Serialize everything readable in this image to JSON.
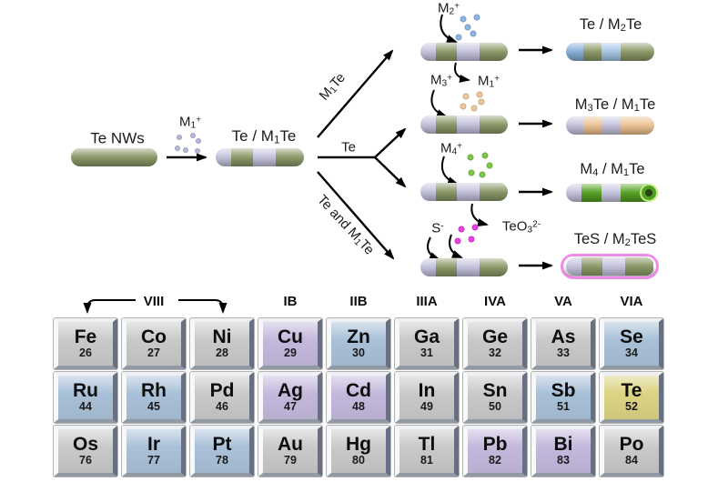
{
  "figure": {
    "labels": {
      "te_nws": [
        [
          "t",
          "Te NWs"
        ]
      ],
      "m1_plus": [
        [
          "t",
          "M"
        ],
        [
          "sub",
          "1"
        ],
        [
          "sup",
          "+"
        ]
      ],
      "te_m1te": [
        [
          "t",
          "Te / M"
        ],
        [
          "sub",
          "1"
        ],
        [
          "t",
          "Te"
        ]
      ],
      "branch_m1te": [
        [
          "t",
          "M"
        ],
        [
          "sub",
          "1"
        ],
        [
          "t",
          "Te"
        ]
      ],
      "branch_te": [
        [
          "t",
          "Te"
        ]
      ],
      "branch_te_m1te": [
        [
          "t",
          "Te and M"
        ],
        [
          "sub",
          "1"
        ],
        [
          "t",
          "Te"
        ]
      ],
      "m2_plus": [
        [
          "t",
          "M"
        ],
        [
          "sub",
          "2"
        ],
        [
          "sup",
          "+"
        ]
      ],
      "res_te_m2te": [
        [
          "t",
          "Te / M"
        ],
        [
          "sub",
          "2"
        ],
        [
          "t",
          "Te"
        ]
      ],
      "m3_plus": [
        [
          "t",
          "M"
        ],
        [
          "sub",
          "3"
        ],
        [
          "sup",
          "+"
        ]
      ],
      "m1_release": [
        [
          "t",
          "M"
        ],
        [
          "sub",
          "1"
        ],
        [
          "sup",
          "+"
        ]
      ],
      "res_m3te_m1te": [
        [
          "t",
          "M"
        ],
        [
          "sub",
          "3"
        ],
        [
          "t",
          "Te / M"
        ],
        [
          "sub",
          "1"
        ],
        [
          "t",
          "Te"
        ]
      ],
      "m4_plus": [
        [
          "t",
          "M"
        ],
        [
          "sub",
          "4"
        ],
        [
          "sup",
          "+"
        ]
      ],
      "res_m4_m1te": [
        [
          "t",
          "M"
        ],
        [
          "sub",
          "4"
        ],
        [
          "t",
          " / M"
        ],
        [
          "sub",
          "1"
        ],
        [
          "t",
          "Te"
        ]
      ],
      "s_minus": [
        [
          "t",
          "S"
        ],
        [
          "sup",
          "-"
        ]
      ],
      "teo3": [
        [
          "t",
          "TeO"
        ],
        [
          "sub",
          "3"
        ],
        [
          "sup",
          "2-"
        ]
      ],
      "res_tes_m2tes": [
        [
          "t",
          "TeS / M"
        ],
        [
          "sub",
          "2"
        ],
        [
          "t",
          "TeS"
        ]
      ]
    },
    "colors": {
      "olive": "#8b9a68",
      "lavender": "#c6c4de",
      "blue_seg": "#87aed8",
      "blue_seg_light": "#a6c6e8",
      "orange_seg": "#eec394",
      "green_seg": "#55a125",
      "dot_m1": "#b7b7dc",
      "dot_m2": "#8cb4e4",
      "dot_m3": "#edc79c",
      "dot_m4": "#7cc747",
      "dot_s": "#e93fe0",
      "tes_outline": "#ef8ae9"
    },
    "rods": {
      "te_rod": {
        "segments": [
          {
            "c": "olive",
            "w": 100
          }
        ]
      },
      "te_m1te_rod": {
        "segments": [
          {
            "c": "lavender",
            "w": 18
          },
          {
            "c": "olive",
            "w": 24
          },
          {
            "c": "lavender",
            "w": 26
          },
          {
            "c": "olive",
            "w": 32
          }
        ]
      },
      "te_m2te_rod": {
        "segments": [
          {
            "c": "blue_seg",
            "w": 20
          },
          {
            "c": "olive",
            "w": 20
          },
          {
            "c": "blue_seg_light",
            "w": 22
          },
          {
            "c": "olive",
            "w": 38
          }
        ]
      },
      "m3te_m1te_rod": {
        "segments": [
          {
            "c": "lavender",
            "w": 20
          },
          {
            "c": "orange_seg",
            "w": 20
          },
          {
            "c": "lavender",
            "w": 22
          },
          {
            "c": "orange_seg",
            "w": 38
          }
        ]
      },
      "m4_m1te_rod": {
        "segments": [
          {
            "c": "lavender",
            "w": 18
          },
          {
            "c": "green_seg",
            "w": 22
          },
          {
            "c": "lavender",
            "w": 22
          },
          {
            "c": "green_seg",
            "w": 38
          }
        ]
      }
    },
    "dots": [
      {
        "name": "m1-ion",
        "color": "dot_m1",
        "size": 6,
        "points": [
          [
            197,
            151
          ],
          [
            212,
            149
          ],
          [
            218,
            155
          ],
          [
            195,
            163
          ],
          [
            204,
            165
          ],
          [
            217,
            166
          ]
        ]
      },
      {
        "name": "m2-ion",
        "color": "dot_m2",
        "size": 7,
        "points": [
          [
            509,
            21
          ],
          [
            524,
            19
          ],
          [
            514,
            30
          ],
          [
            504,
            41
          ],
          [
            520,
            37
          ]
        ]
      },
      {
        "name": "m3-ion",
        "color": "dot_m3",
        "size": 7,
        "points": [
          [
            512,
            106
          ],
          [
            527,
            104
          ],
          [
            509,
            117
          ],
          [
            521,
            119
          ],
          [
            529,
            112
          ]
        ]
      },
      {
        "name": "m4-ion",
        "color": "dot_m4",
        "size": 7,
        "points": [
          [
            517,
            173
          ],
          [
            533,
            171
          ],
          [
            518,
            190
          ],
          [
            530,
            192
          ],
          [
            538,
            182
          ]
        ]
      },
      {
        "name": "s-ion",
        "color": "dot_s",
        "size": 7,
        "points": [
          [
            507,
            252
          ],
          [
            522,
            250
          ],
          [
            503,
            265
          ],
          [
            518,
            263
          ]
        ]
      }
    ]
  },
  "periodic_table": {
    "category_colors": {
      "gray": "#c9c9c9",
      "blue": "#a9c1d8",
      "purple": "#c4b9dd",
      "yellow": "#ddd383"
    },
    "group_headers": [
      {
        "label": "VIII",
        "col": 1
      },
      {
        "label": "IB",
        "col": 3
      },
      {
        "label": "IIB",
        "col": 4
      },
      {
        "label": "IIIA",
        "col": 5
      },
      {
        "label": "IVA",
        "col": 6
      },
      {
        "label": "VA",
        "col": 7
      },
      {
        "label": "VIA",
        "col": 8
      }
    ],
    "cells": [
      [
        {
          "symbol": "Fe",
          "number": "26",
          "category": "gray"
        },
        {
          "symbol": "Co",
          "number": "27",
          "category": "gray"
        },
        {
          "symbol": "Ni",
          "number": "28",
          "category": "gray"
        },
        {
          "symbol": "Cu",
          "number": "29",
          "category": "purple"
        },
        {
          "symbol": "Zn",
          "number": "30",
          "category": "blue"
        },
        {
          "symbol": "Ga",
          "number": "31",
          "category": "gray"
        },
        {
          "symbol": "Ge",
          "number": "32",
          "category": "gray"
        },
        {
          "symbol": "As",
          "number": "33",
          "category": "gray"
        },
        {
          "symbol": "Se",
          "number": "34",
          "category": "blue"
        }
      ],
      [
        {
          "symbol": "Ru",
          "number": "44",
          "category": "blue"
        },
        {
          "symbol": "Rh",
          "number": "45",
          "category": "blue"
        },
        {
          "symbol": "Pd",
          "number": "46",
          "category": "gray"
        },
        {
          "symbol": "Ag",
          "number": "47",
          "category": "purple"
        },
        {
          "symbol": "Cd",
          "number": "48",
          "category": "purple"
        },
        {
          "symbol": "In",
          "number": "49",
          "category": "gray"
        },
        {
          "symbol": "Sn",
          "number": "50",
          "category": "gray"
        },
        {
          "symbol": "Sb",
          "number": "51",
          "category": "blue"
        },
        {
          "symbol": "Te",
          "number": "52",
          "category": "yellow"
        }
      ],
      [
        {
          "symbol": "Os",
          "number": "76",
          "category": "gray"
        },
        {
          "symbol": "Ir",
          "number": "77",
          "category": "blue"
        },
        {
          "symbol": "Pt",
          "number": "78",
          "category": "blue"
        },
        {
          "symbol": "Au",
          "number": "79",
          "category": "gray"
        },
        {
          "symbol": "Hg",
          "number": "80",
          "category": "gray"
        },
        {
          "symbol": "Tl",
          "number": "81",
          "category": "gray"
        },
        {
          "symbol": "Pb",
          "number": "82",
          "category": "purple"
        },
        {
          "symbol": "Bi",
          "number": "83",
          "category": "purple"
        },
        {
          "symbol": "Po",
          "number": "84",
          "category": "gray"
        }
      ]
    ]
  }
}
